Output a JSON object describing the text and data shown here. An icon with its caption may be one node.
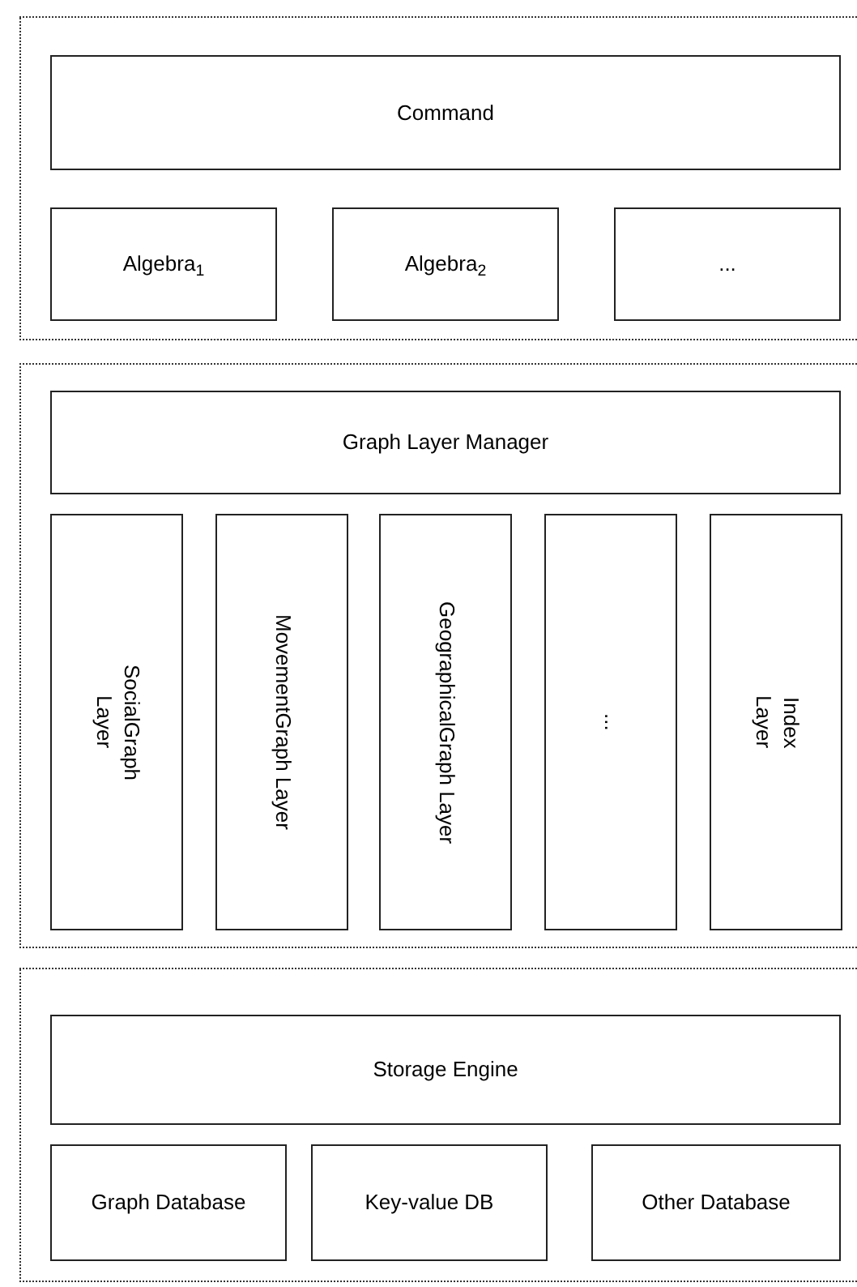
{
  "diagram": {
    "nodes": [
      {
        "text": [],
        "shape": "box"
      },
      {
        "text": [
          "Command"
        ],
        "in": 0
      },
      {
        "text": [
          "Algebra$_{1}$"
        ],
        "in": 0
      },
      {
        "text": [
          "Algebra$_{2}$"
        ],
        "in": 0
      },
      {
        "text": [
          "..."
        ],
        "in": 0
      },
      {
        "text": [],
        "shape": "box"
      },
      {
        "text": [
          "Graph Layer Manager"
        ],
        "in": 5
      },
      {
        "text": [
          "SocialGraph Layer"
        ],
        "in": 5
      },
      {
        "text": [
          "MovementGraph Layer"
        ],
        "in": 5
      },
      {
        "text": [
          "GeographicalGraph Layer"
        ],
        "in": 5
      },
      {
        "text": [
          "..."
        ],
        "in": 5
      },
      {
        "text": [
          "Index Layer"
        ],
        "in": 5
      },
      {
        "text": [],
        "shape": "box"
      },
      {
        "text": [
          "Storage Engine"
        ],
        "in": 12
      },
      {
        "text": [
          "Graph Database"
        ],
        "in": 12
      },
      {
        "text": [
          "Key-value DB"
        ],
        "in": 12
      },
      {
        "text": [
          "Other Database"
        ],
        "in": 12
      }
    ]
  }
}
